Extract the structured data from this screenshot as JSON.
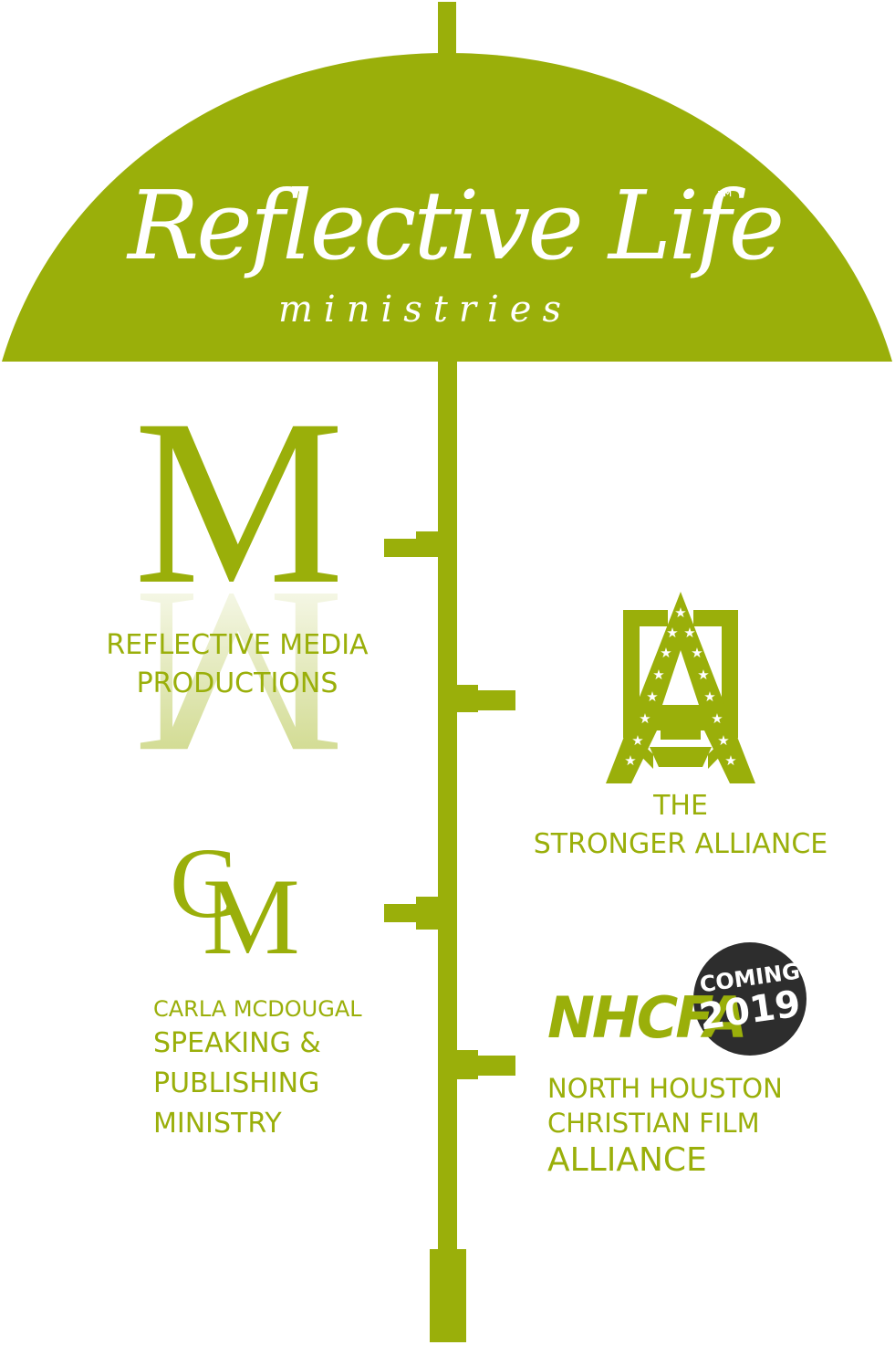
{
  "brand": {
    "name": "Reflective Life",
    "trademark": "™",
    "tagline": "ministries"
  },
  "colors": {
    "green": "#9aaf0a",
    "badge": "#2d2d2d",
    "white": "#ffffff"
  },
  "ministries": {
    "media": {
      "logo_letter": "M",
      "line1": "REFLECTIVE MEDIA",
      "line2": "PRODUCTIONS"
    },
    "alliance": {
      "line1": "THE",
      "line2": "STRONGER ALLIANCE"
    },
    "carla": {
      "monogram_c": "C",
      "monogram_m": "M",
      "line1": "CARLA MCDOUGAL",
      "line2": "SPEAKING &",
      "line3": "PUBLISHING",
      "line4": "MINISTRY"
    },
    "nhcfa": {
      "acronym": "NHCFA",
      "badge_line1": "COMING",
      "badge_line2": "2019",
      "line1": "NORTH HOUSTON",
      "line2": "CHRISTIAN FILM",
      "line3": "ALLIANCE"
    }
  }
}
